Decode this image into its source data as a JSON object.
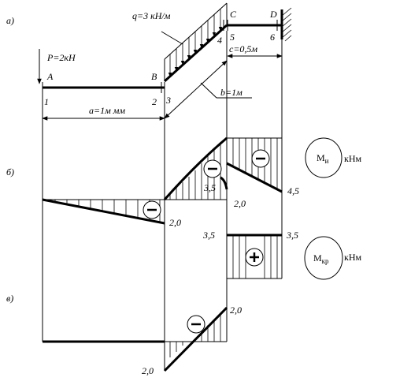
{
  "part_labels": {
    "a": "а)",
    "b": "б)",
    "c": "в)"
  },
  "points": {
    "A": "A",
    "B": "B",
    "C": "C",
    "D": "D"
  },
  "section_numbers": [
    "1",
    "2",
    "3",
    "4",
    "5",
    "6"
  ],
  "loads": {
    "P": "P=2кН",
    "q": "q=3 кН/м"
  },
  "dimensions": {
    "a": "a=1м мм",
    "b": "b=1м",
    "c": "c=0,5м"
  },
  "bending_diagram": {
    "legend": {
      "symbol": "M",
      "sub": "и",
      "unit": "кНм"
    },
    "values": {
      "at_B": "2,0",
      "at_4": "3,5",
      "at_5": "2,0",
      "at_6": "4,5"
    },
    "signs": [
      "−",
      "−",
      "−"
    ]
  },
  "torsion_diagram": {
    "legend": {
      "symbol": "M",
      "sub": "кр",
      "unit": "кНм"
    },
    "values": {
      "left": "3,5",
      "right": "3,5"
    },
    "sign": "+"
  },
  "shear_diagram": {
    "values": {
      "top": "2,0",
      "bottom": "2,0"
    },
    "sign": "−"
  }
}
